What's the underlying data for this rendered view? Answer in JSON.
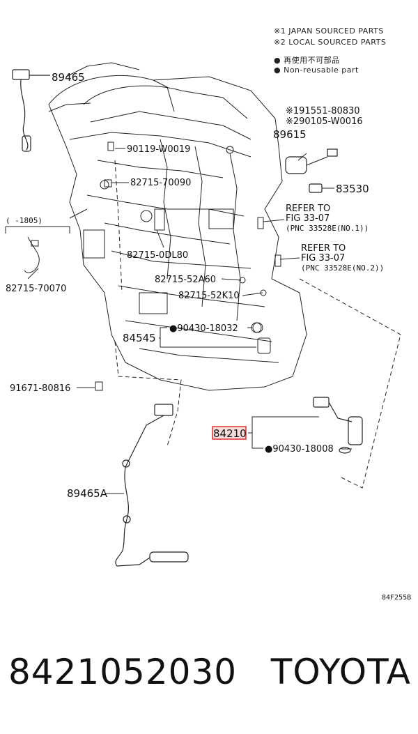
{
  "legend": {
    "line1": "※1 JAPAN SOURCED PARTS",
    "line2": "※2 LOCAL SOURCED PARTS",
    "line3": "● 再使用不可部品",
    "line4": "● Non-reusable part"
  },
  "labels": {
    "p89465": "89465",
    "p90119": "90119-W0019",
    "p82715_70090": "82715-70090",
    "p1805": "(   -1805)",
    "p82715_70070": "82715-70070",
    "p82715_0DL80": "82715-0DL80",
    "p82715_52A60": "82715-52A60",
    "p82715_52K10": "82715-52K10",
    "p90430_18032": "●90430-18032",
    "p84545": "84545",
    "p91671": "91671-80816",
    "p91551": "※191551-80830",
    "p90105": "※290105-W0016",
    "p89615": "89615",
    "p83530": "83530",
    "refer1_a": "REFER TO",
    "refer1_b": "FIG 33-07",
    "refer1_c": "(PNC 33528E(NO.1))",
    "refer2_a": "REFER TO",
    "refer2_b": "FIG 33-07",
    "refer2_c": "(PNC 33528E(NO.2))",
    "p84210": "84210",
    "p90430_18008": "●90430-18008",
    "p89465A": "89465A",
    "code": "84F255B"
  },
  "footer": {
    "part_number": "8421052030",
    "brand": "TOYOTA"
  },
  "colors": {
    "highlight": "#e03030",
    "highlight_fill": "#f7dcdc",
    "line": "#222222"
  }
}
